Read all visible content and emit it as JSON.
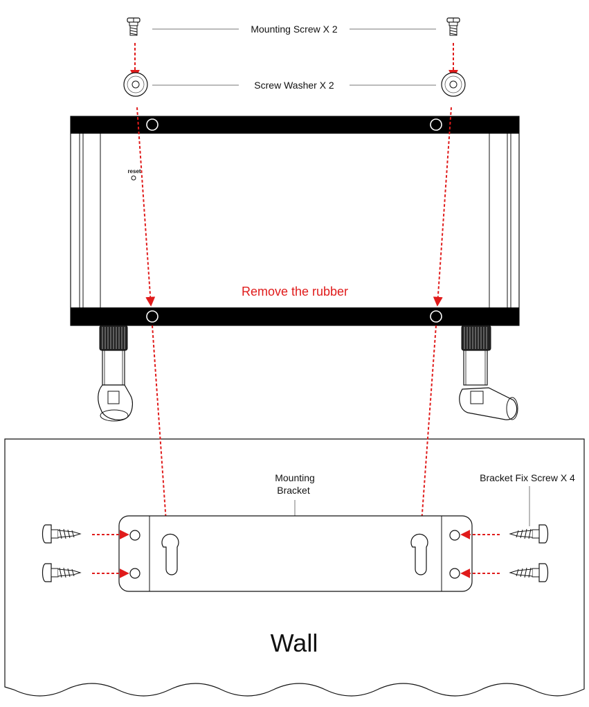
{
  "labels": {
    "mounting_screw": "Mounting Screw X 2",
    "screw_washer": "Screw Washer X 2",
    "reset": "reset",
    "remove_rubber": "Remove the rubber",
    "mounting_bracket_line1": "Mounting",
    "mounting_bracket_line2": "Bracket",
    "bracket_fix_screw": "Bracket Fix Screw X 4",
    "wall": "Wall"
  },
  "colors": {
    "arrow": "#e01b1b",
    "outline": "#111111",
    "band": "#000000"
  }
}
